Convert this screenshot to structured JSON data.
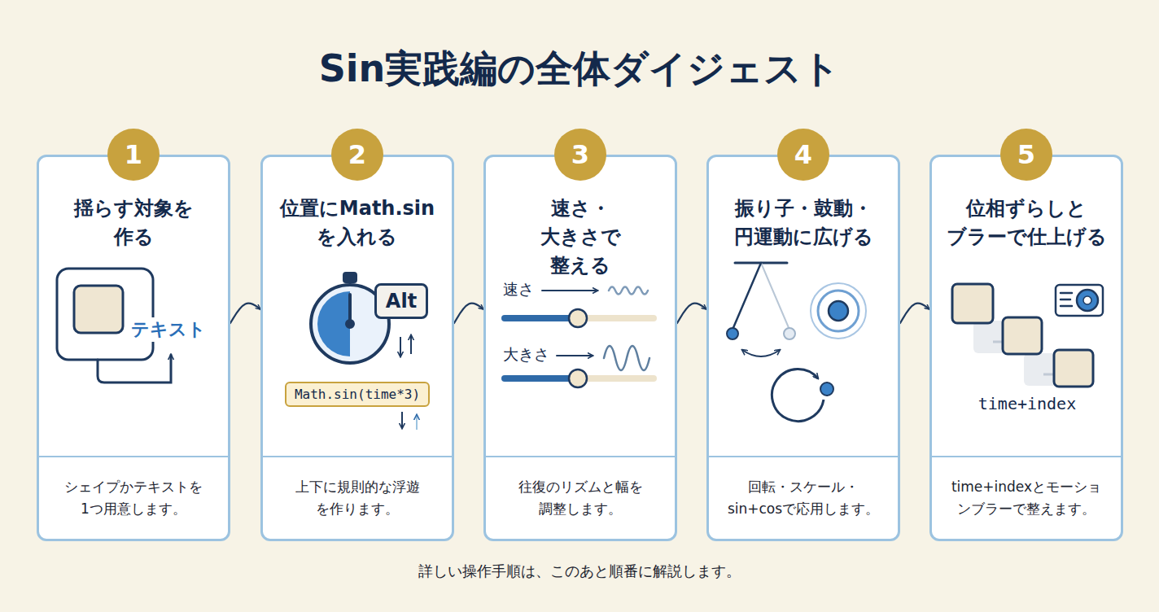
{
  "diagram": {
    "title": "Sin実践編の全体ダイジェスト",
    "caption": "詳しい操作手順は、このあと順番に解説します。",
    "nodes": [
      {
        "text": [
          "揺らす対象を 作る",
          "シェイプかテキストを 1つ用意します。"
        ]
      },
      {
        "text": [
          "1"
        ],
        "in": 0
      },
      {
        "text": [
          "位置にMath.sin を入れる",
          "上下に規則的な浮遊 を作ります。"
        ]
      },
      {
        "text": [
          "2"
        ],
        "in": 2
      },
      {
        "text": [
          "Alt"
        ],
        "in": 2
      },
      {
        "text": [
          "Math.sin(time*3)"
        ],
        "in": 2
      },
      {
        "text": [
          "速さ・大きさで 整える",
          "往復のリズムと幅を 調整します。"
        ]
      },
      {
        "text": [
          "3"
        ],
        "in": 6
      },
      {
        "text": [
          "振り子・鼓動・ 円運動に広げる",
          "回転・スケール・ sin+cosで応用します。"
        ]
      },
      {
        "text": [
          "4"
        ],
        "in": 8
      },
      {
        "text": [
          "位相ずらしと ブラーで仕上げる",
          "time+indexとモーショ ンブラーで整えます。"
        ]
      },
      {
        "text": [
          "5"
        ],
        "in": 10
      }
    ],
    "edges": [
      {
        "from": 0,
        "to": 2,
        "arrow": "to"
      },
      {
        "from": 2,
        "to": 6,
        "arrow": "to"
      },
      {
        "from": 6,
        "to": 8,
        "arrow": "to"
      },
      {
        "from": 8,
        "to": 10,
        "arrow": "to"
      }
    ],
    "labels": [
      "テキスト",
      "速さ",
      "大きさ",
      "time+index"
    ]
  }
}
